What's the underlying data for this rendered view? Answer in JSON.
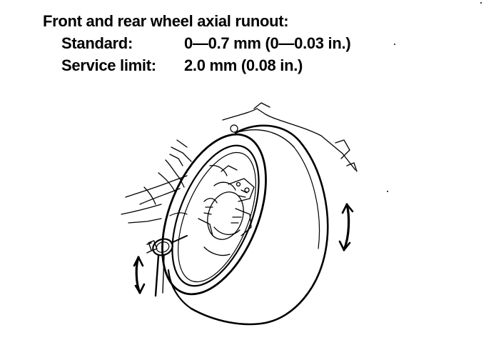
{
  "spec": {
    "title": "Front and rear wheel axial runout:",
    "rows": [
      {
        "label": "Standard:",
        "value": "0—0.7 mm (0—0.03 in.)"
      },
      {
        "label": "Service limit:",
        "value": "2.0 mm (0.08 in.)"
      }
    ]
  },
  "illustration": {
    "subject": "wheel-runout-measurement",
    "ink_color": "#000000",
    "paper_color": "#ffffff"
  }
}
